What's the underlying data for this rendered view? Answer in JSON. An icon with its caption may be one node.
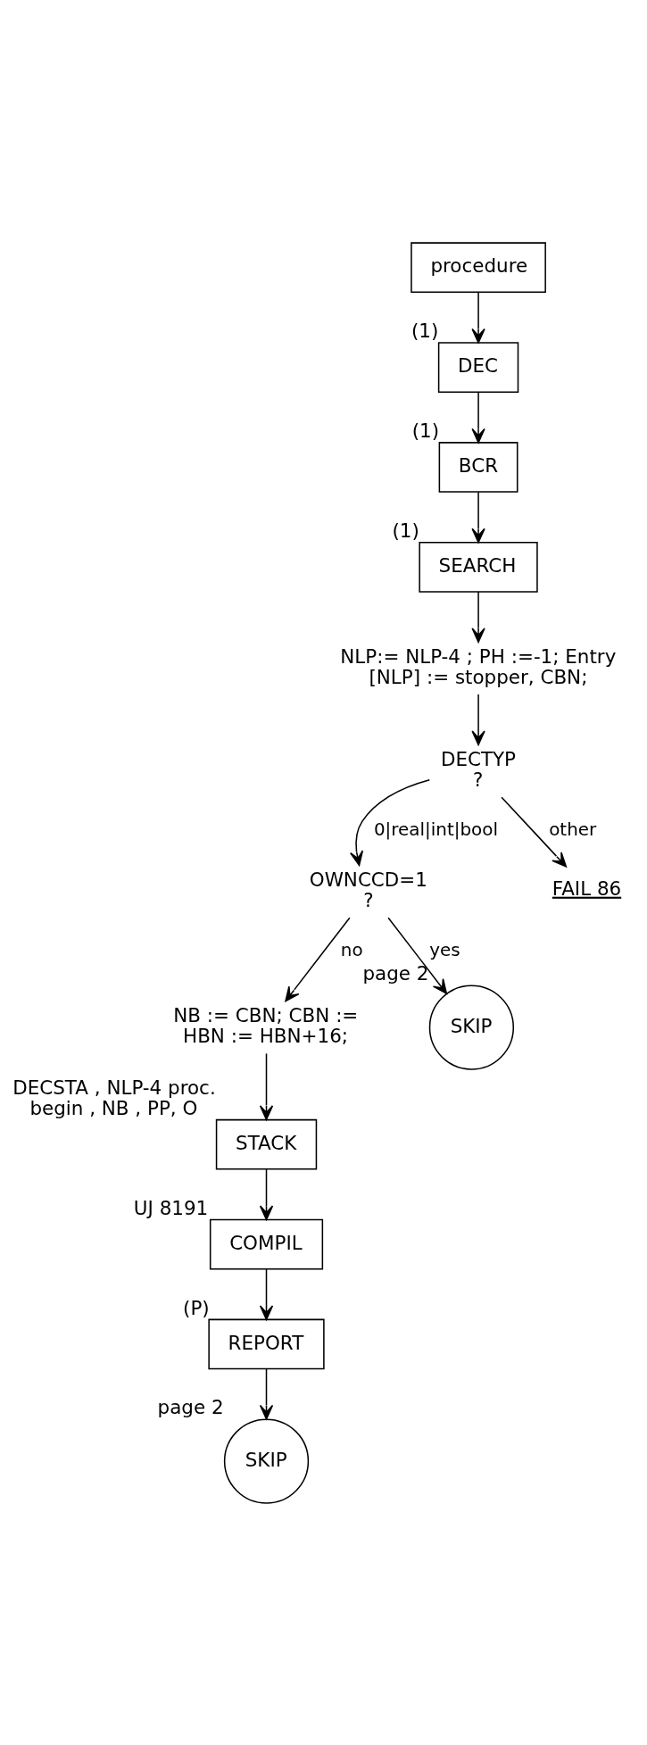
{
  "diagram": {
    "nodes": [
      {
        "text": [
          "procedure"
        ]
      },
      {
        "text": [
          "DEC"
        ],
        "beside": [
          "(1)"
        ]
      },
      {
        "text": [
          "BCR"
        ],
        "beside": [
          "(1)"
        ]
      },
      {
        "text": [
          "SEARCH"
        ],
        "beside": [
          "(1)"
        ]
      },
      {
        "text": [
          "NLP:= NLP-4 ; PH :=-1; Entry [NLP] := stopper, CBN;"
        ]
      },
      {
        "text": [
          "DECTYP ?"
        ]
      },
      {
        "text": [
          "FAIL 86"
        ]
      },
      {
        "text": [
          "OWNCCD=1 ?"
        ]
      },
      {
        "text": [
          "SKIP"
        ],
        "beside": [
          "page 2"
        ]
      },
      {
        "text": [
          "NB := CBN; CBN := HBN := HBN+16;"
        ]
      },
      {
        "text": [
          "STACK"
        ],
        "beside": [
          "DECSTA , NLP-4 proc. begin , NB , PP, O"
        ]
      },
      {
        "text": [
          "COMPIL"
        ],
        "beside": [
          "UJ 8191"
        ]
      },
      {
        "text": [
          "REPORT"
        ],
        "beside": [
          "(P)"
        ]
      },
      {
        "text": [
          "SKIP"
        ],
        "beside": [
          "page 2"
        ]
      }
    ],
    "edges": [
      {
        "from": 0,
        "to": 1,
        "arrow": "to"
      },
      {
        "from": 1,
        "to": 2,
        "arrow": "to"
      },
      {
        "from": 2,
        "to": 3,
        "arrow": "to"
      },
      {
        "from": 3,
        "to": 4,
        "arrow": "to"
      },
      {
        "from": 4,
        "to": 5,
        "arrow": "to"
      },
      {
        "from": 5,
        "to": 7,
        "arrow": "to",
        "label": "0|real|int|bool"
      },
      {
        "from": 5,
        "to": 6,
        "arrow": "to",
        "label": "other"
      },
      {
        "from": 7,
        "to": 9,
        "arrow": "to",
        "label": "no"
      },
      {
        "from": 7,
        "to": 8,
        "arrow": "to",
        "label": "yes"
      },
      {
        "from": 9,
        "to": 10,
        "arrow": "to"
      },
      {
        "from": 10,
        "to": 11,
        "arrow": "to"
      },
      {
        "from": 11,
        "to": 12,
        "arrow": "to"
      },
      {
        "from": 12,
        "to": 13,
        "arrow": "to"
      }
    ]
  }
}
